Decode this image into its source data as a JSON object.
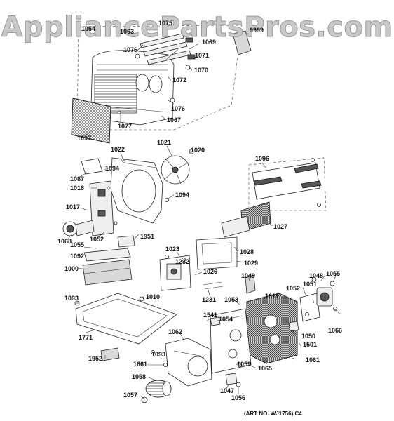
{
  "watermark": "AppliancePartsPros.com",
  "art_number": "(ART NO. WJ1756) C4",
  "part_labels": [
    {
      "id": "p1064",
      "text": "1064"
    },
    {
      "id": "p1063",
      "text": "1063"
    },
    {
      "id": "p1075",
      "text": "1075"
    },
    {
      "id": "p9999",
      "text": "9999"
    },
    {
      "id": "p1069",
      "text": "1069"
    },
    {
      "id": "p1076a",
      "text": "1076"
    },
    {
      "id": "p1071",
      "text": "1071"
    },
    {
      "id": "p1070",
      "text": "1070"
    },
    {
      "id": "p1072",
      "text": "1072"
    },
    {
      "id": "p1076b",
      "text": "1076"
    },
    {
      "id": "p1077",
      "text": "1077"
    },
    {
      "id": "p1067",
      "text": "1067"
    },
    {
      "id": "p1097",
      "text": "1097"
    },
    {
      "id": "p1022",
      "text": "1022"
    },
    {
      "id": "p1021",
      "text": "1021"
    },
    {
      "id": "p1020",
      "text": "1020"
    },
    {
      "id": "p1096",
      "text": "1096"
    },
    {
      "id": "p1094a",
      "text": "1094"
    },
    {
      "id": "p1087",
      "text": "1087"
    },
    {
      "id": "p1018",
      "text": "1018"
    },
    {
      "id": "p1094b",
      "text": "1094"
    },
    {
      "id": "p1017",
      "text": "1017"
    },
    {
      "id": "p1027",
      "text": "1027"
    },
    {
      "id": "p1068",
      "text": "1068"
    },
    {
      "id": "p1052a",
      "text": "1052"
    },
    {
      "id": "p1951",
      "text": "1951"
    },
    {
      "id": "p1055a",
      "text": "1055"
    },
    {
      "id": "p1092",
      "text": "1092"
    },
    {
      "id": "p1023",
      "text": "1023"
    },
    {
      "id": "p1028",
      "text": "1028"
    },
    {
      "id": "p1232",
      "text": "1232"
    },
    {
      "id": "p1029",
      "text": "1029"
    },
    {
      "id": "p1000",
      "text": "1000"
    },
    {
      "id": "p1026",
      "text": "1026"
    },
    {
      "id": "p1049",
      "text": "1049"
    },
    {
      "id": "p1048",
      "text": "1048"
    },
    {
      "id": "p1055b",
      "text": "1055"
    },
    {
      "id": "p1010",
      "text": "1010"
    },
    {
      "id": "p1231",
      "text": "1231"
    },
    {
      "id": "p1052b",
      "text": "1052"
    },
    {
      "id": "p1051",
      "text": "1051"
    },
    {
      "id": "p1093a",
      "text": "1093"
    },
    {
      "id": "p1611",
      "text": "1611"
    },
    {
      "id": "p1053",
      "text": "1053"
    },
    {
      "id": "p1541",
      "text": "1541"
    },
    {
      "id": "p1054",
      "text": "1054"
    },
    {
      "id": "p1050",
      "text": "1050"
    },
    {
      "id": "p1066",
      "text": "1066"
    },
    {
      "id": "p1062",
      "text": "1062"
    },
    {
      "id": "p1771",
      "text": "1771"
    },
    {
      "id": "p1501",
      "text": "1501"
    },
    {
      "id": "p1093b",
      "text": "1093"
    },
    {
      "id": "p1061",
      "text": "1061"
    },
    {
      "id": "p1952",
      "text": "1952"
    },
    {
      "id": "p1661",
      "text": "1661"
    },
    {
      "id": "p1059",
      "text": "1059"
    },
    {
      "id": "p1065",
      "text": "1065"
    },
    {
      "id": "p1058",
      "text": "1058"
    },
    {
      "id": "p1047",
      "text": "1047"
    },
    {
      "id": "p1057",
      "text": "1057"
    },
    {
      "id": "p1056",
      "text": "1056"
    }
  ]
}
